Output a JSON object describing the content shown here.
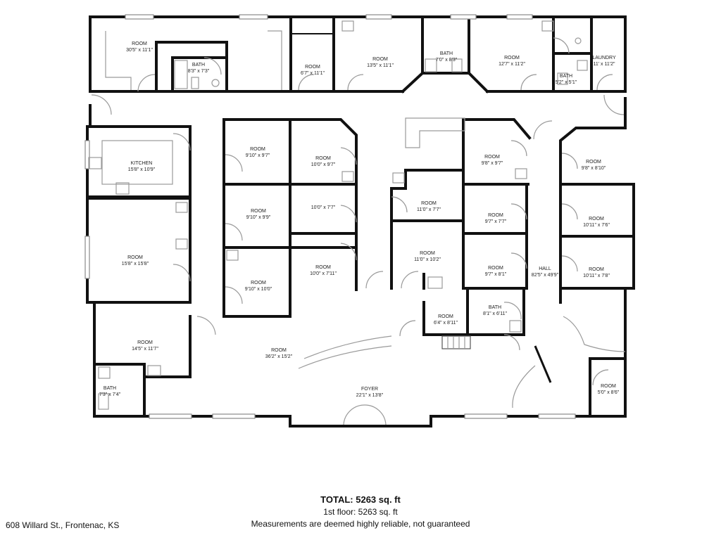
{
  "rooms": [
    {
      "id": "r1",
      "name": "ROOM",
      "dims": "30'5\" x 11'1\""
    },
    {
      "id": "r2",
      "name": "BATH",
      "dims": "8'3\" x 7'3\""
    },
    {
      "id": "r3",
      "name": "ROOM",
      "dims": "6'7\" x 11'1\""
    },
    {
      "id": "r4",
      "name": "ROOM",
      "dims": "13'5\" x 11'1\""
    },
    {
      "id": "r5",
      "name": "BATH",
      "dims": "7'0\" x 8'3\""
    },
    {
      "id": "r6",
      "name": "ROOM",
      "dims": "12'7\" x 11'2\""
    },
    {
      "id": "r7",
      "name": "BATH",
      "dims": "5'2\" x 5'1\""
    },
    {
      "id": "r8",
      "name": "LAUNDRY",
      "dims": "11' x 11'2\""
    },
    {
      "id": "r9",
      "name": "KITCHEN",
      "dims": "15'8\" x 10'9\""
    },
    {
      "id": "r10",
      "name": "ROOM",
      "dims": "9'10\" x 9'7\""
    },
    {
      "id": "r11",
      "name": "ROOM",
      "dims": "10'0\" x 9'7\""
    },
    {
      "id": "r12",
      "name": "ROOM",
      "dims": "9'8\" x 9'7\""
    },
    {
      "id": "r13",
      "name": "ROOM",
      "dims": "9'8\" x 8'10\""
    },
    {
      "id": "r14",
      "name": "ROOM",
      "dims": "9'10\" x 9'9\""
    },
    {
      "id": "r15",
      "name": "",
      "dims": "10'0\" x 7'7\""
    },
    {
      "id": "r16",
      "name": "ROOM",
      "dims": "11'0\" x 7'7\""
    },
    {
      "id": "r17",
      "name": "ROOM",
      "dims": "9'7\" x 7'7\""
    },
    {
      "id": "r18",
      "name": "ROOM",
      "dims": "10'11\" x 7'6\""
    },
    {
      "id": "r19",
      "name": "ROOM",
      "dims": "15'8\" x 15'8\""
    },
    {
      "id": "r20",
      "name": "ROOM",
      "dims": "11'0\" x 10'2\""
    },
    {
      "id": "r21",
      "name": "ROOM",
      "dims": "10'0\" x 7'11\""
    },
    {
      "id": "r22",
      "name": "ROOM",
      "dims": "9'7\" x 8'1\""
    },
    {
      "id": "r23",
      "name": "HALL",
      "dims": "82'5\" x 49'9\""
    },
    {
      "id": "r24",
      "name": "ROOM",
      "dims": "10'11\" x 7'8\""
    },
    {
      "id": "r25",
      "name": "ROOM",
      "dims": "9'10\" x 10'0\""
    },
    {
      "id": "r26",
      "name": "BATH",
      "dims": "8'1\" x 6'11\""
    },
    {
      "id": "r27",
      "name": "ROOM",
      "dims": "6'4\" x 8'11\""
    },
    {
      "id": "r28",
      "name": "ROOM",
      "dims": "14'5\" x 11'7\""
    },
    {
      "id": "r29",
      "name": "ROOM",
      "dims": "36'2\" x 15'2\""
    },
    {
      "id": "r30",
      "name": "BATH",
      "dims": "7'3\" x 7'4\""
    },
    {
      "id": "r31",
      "name": "FOYER",
      "dims": "22'1\" x 13'8\""
    },
    {
      "id": "r32",
      "name": "ROOM",
      "dims": "5'0\" x 8'6\""
    }
  ],
  "footer": {
    "total": "TOTAL: 5263 sq. ft",
    "floor": "1st floor: 5263 sq. ft",
    "disclaimer": "Measurements are deemed highly reliable, not guaranteed",
    "address": "608 Willard St., Frontenac, KS"
  },
  "colors": {
    "wall": "#111111",
    "fixture": "#9a9a9a",
    "background": "#ffffff"
  }
}
